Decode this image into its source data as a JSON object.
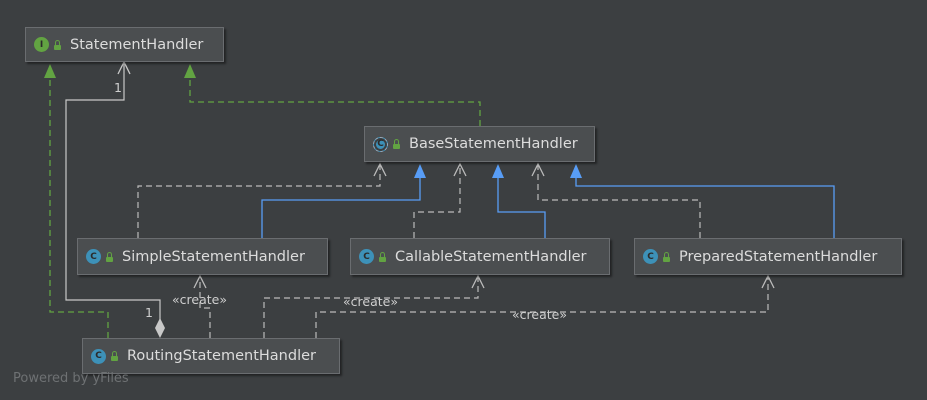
{
  "diagram": {
    "nodes": {
      "statement_handler": {
        "name": "StatementHandler",
        "icon": "I",
        "kind": "interface"
      },
      "base_statement_handler": {
        "name": "BaseStatementHandler",
        "icon": "C",
        "kind": "abstract"
      },
      "simple_statement_handler": {
        "name": "SimpleStatementHandler",
        "icon": "C",
        "kind": "class"
      },
      "callable_statement_handler": {
        "name": "CallableStatementHandler",
        "icon": "C",
        "kind": "class"
      },
      "prepared_statement_handler": {
        "name": "PreparedStatementHandler",
        "icon": "C",
        "kind": "class"
      },
      "routing_statement_handler": {
        "name": "RoutingStatementHandler",
        "icon": "C",
        "kind": "class"
      }
    },
    "edge_labels": {
      "multiplicity_target": "1",
      "multiplicity_source": "1",
      "create_simple": "«create»",
      "create_callable": "«create»",
      "create_prepared": "«create»"
    },
    "colors": {
      "background": "#3c3f41",
      "implements": "#62a342",
      "extends": "#589df6",
      "dependency": "#bbbbbb"
    }
  },
  "watermark": "Powered by yFiles"
}
